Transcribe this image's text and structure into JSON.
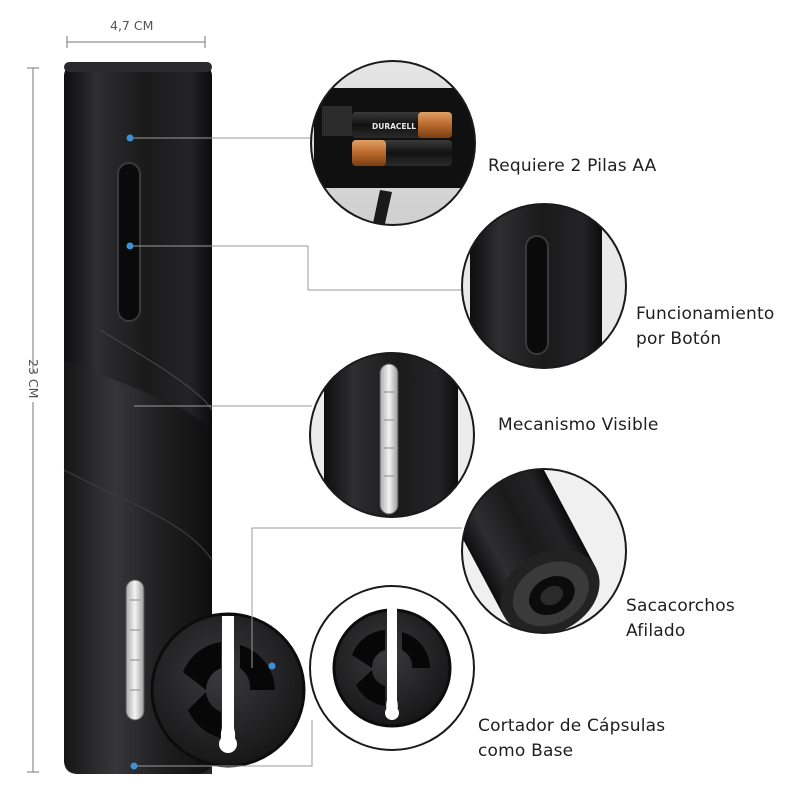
{
  "dimensions": {
    "width_label": "4,7 CM",
    "height_label": "23 CM"
  },
  "battery": {
    "brand": "DURACELL"
  },
  "features": [
    {
      "lines": [
        "Requiere 2 Pilas AA"
      ]
    },
    {
      "lines": [
        "Funcionamiento",
        "por Botón"
      ]
    },
    {
      "lines": [
        "Mecanismo Visible"
      ]
    },
    {
      "lines": [
        "Sacacorchos",
        "Afilado"
      ]
    },
    {
      "lines": [
        "Cortador de Cápsulas",
        "como Base"
      ]
    }
  ],
  "colors": {
    "body": "#1b1b1c",
    "body_highlight": "#3a3a3c",
    "callout_line": "#9a9a9a",
    "marker_dot": "#3d8fd6",
    "battery_copper": "#c2773a"
  }
}
